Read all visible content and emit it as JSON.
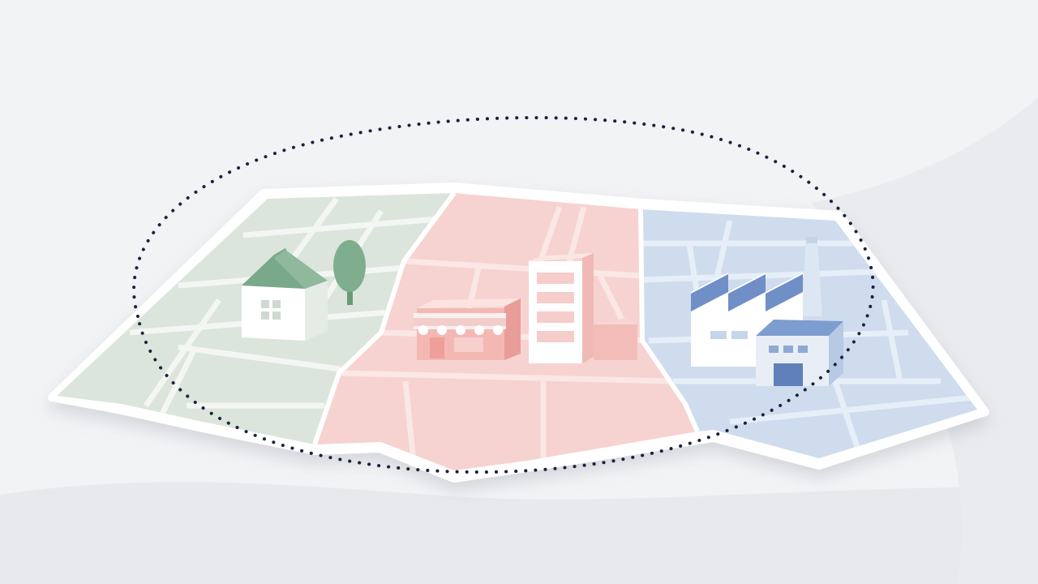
{
  "scene": {
    "background_color": "#f2f3f5",
    "background_shade_color": "#e6e8ec",
    "boundary_style": "dotted",
    "boundary_color": "#1b2240"
  },
  "zones": [
    {
      "id": "residential",
      "fill": "#dbe5dc",
      "street_color": "#ffffff",
      "icons": [
        "house-icon",
        "tree-icon"
      ],
      "accent": "#7fae8e"
    },
    {
      "id": "commercial",
      "fill": "#f6d3d0",
      "street_color": "#ffffff",
      "icons": [
        "shop-icon",
        "office-building-icon"
      ],
      "accent": "#e8928d"
    },
    {
      "id": "industrial",
      "fill": "#cfdcee",
      "street_color": "#ffffff",
      "icons": [
        "factory-icon"
      ],
      "accent": "#6f8fc6"
    }
  ]
}
